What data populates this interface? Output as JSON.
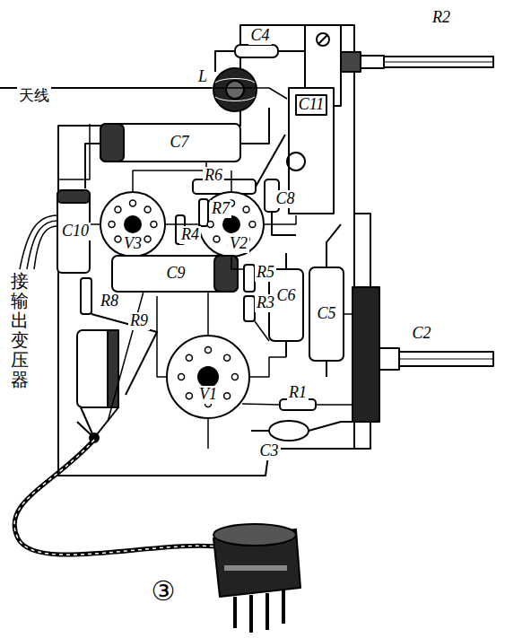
{
  "diagram": {
    "labels": [
      "天线",
      "C4",
      "R2",
      "L",
      "C11",
      "C7",
      "R6",
      "C8",
      "R7",
      "C10",
      "V3",
      "R4",
      "V2",
      "C9",
      "R5",
      "R3",
      "C6",
      "C5",
      "C2",
      "R8",
      "R9",
      "V1",
      "R1",
      "C3",
      "接输出变压器",
      "③"
    ]
  }
}
